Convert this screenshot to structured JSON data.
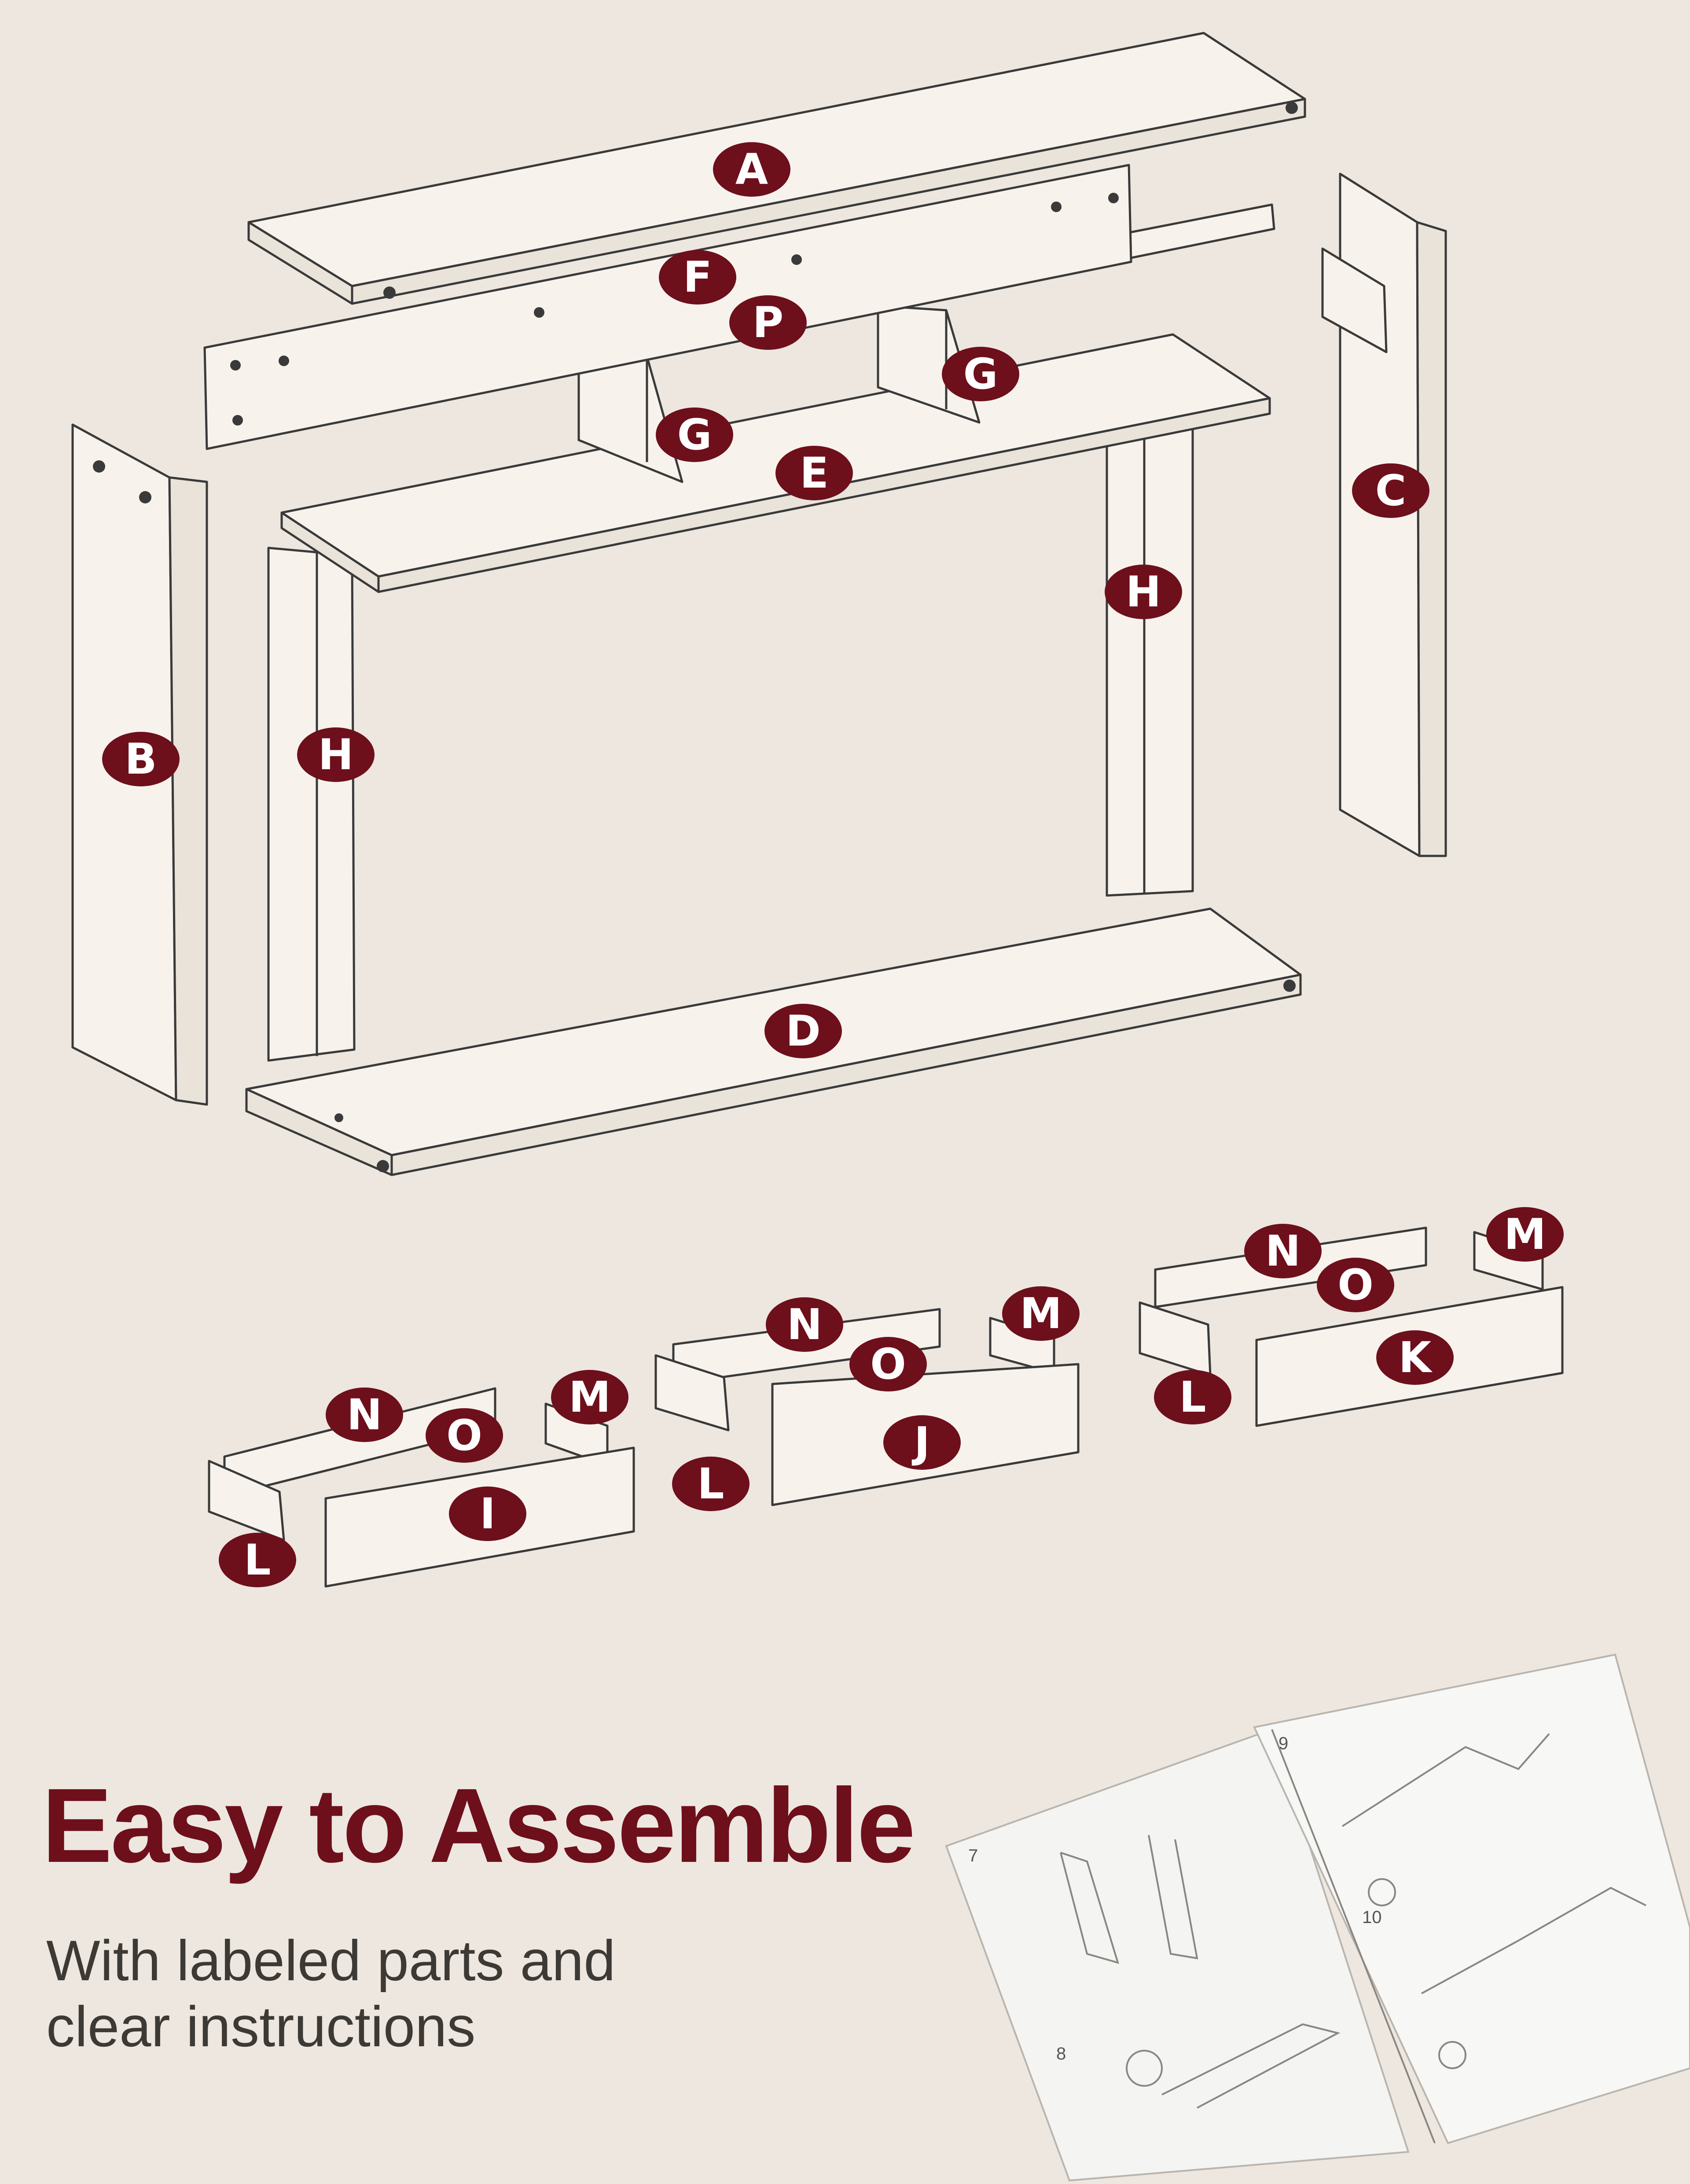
{
  "heading": "Easy to Assemble",
  "subtitle_lines": [
    "With labeled parts and",
    "clear instructions"
  ],
  "colors": {
    "badge": "#6e0f1c",
    "background": "#ede7df",
    "heading": "#6e0f1c",
    "body_text": "#3d3a36"
  },
  "parts": {
    "a": "A",
    "b": "B",
    "c": "C",
    "d": "D",
    "e": "E",
    "f": "F",
    "p": "P",
    "g1": "G",
    "g2": "G",
    "h1": "H",
    "h2": "H",
    "drawer1": {
      "n": "N",
      "o": "O",
      "m": "M",
      "l": "L",
      "front": "I"
    },
    "drawer2": {
      "n": "N",
      "o": "O",
      "m": "M",
      "l": "L",
      "front": "J"
    },
    "drawer3": {
      "n": "N",
      "o": "O",
      "m": "M",
      "l": "L",
      "front": "K"
    }
  },
  "manual": {
    "pages": [
      "7",
      "8",
      "9",
      "10"
    ]
  }
}
